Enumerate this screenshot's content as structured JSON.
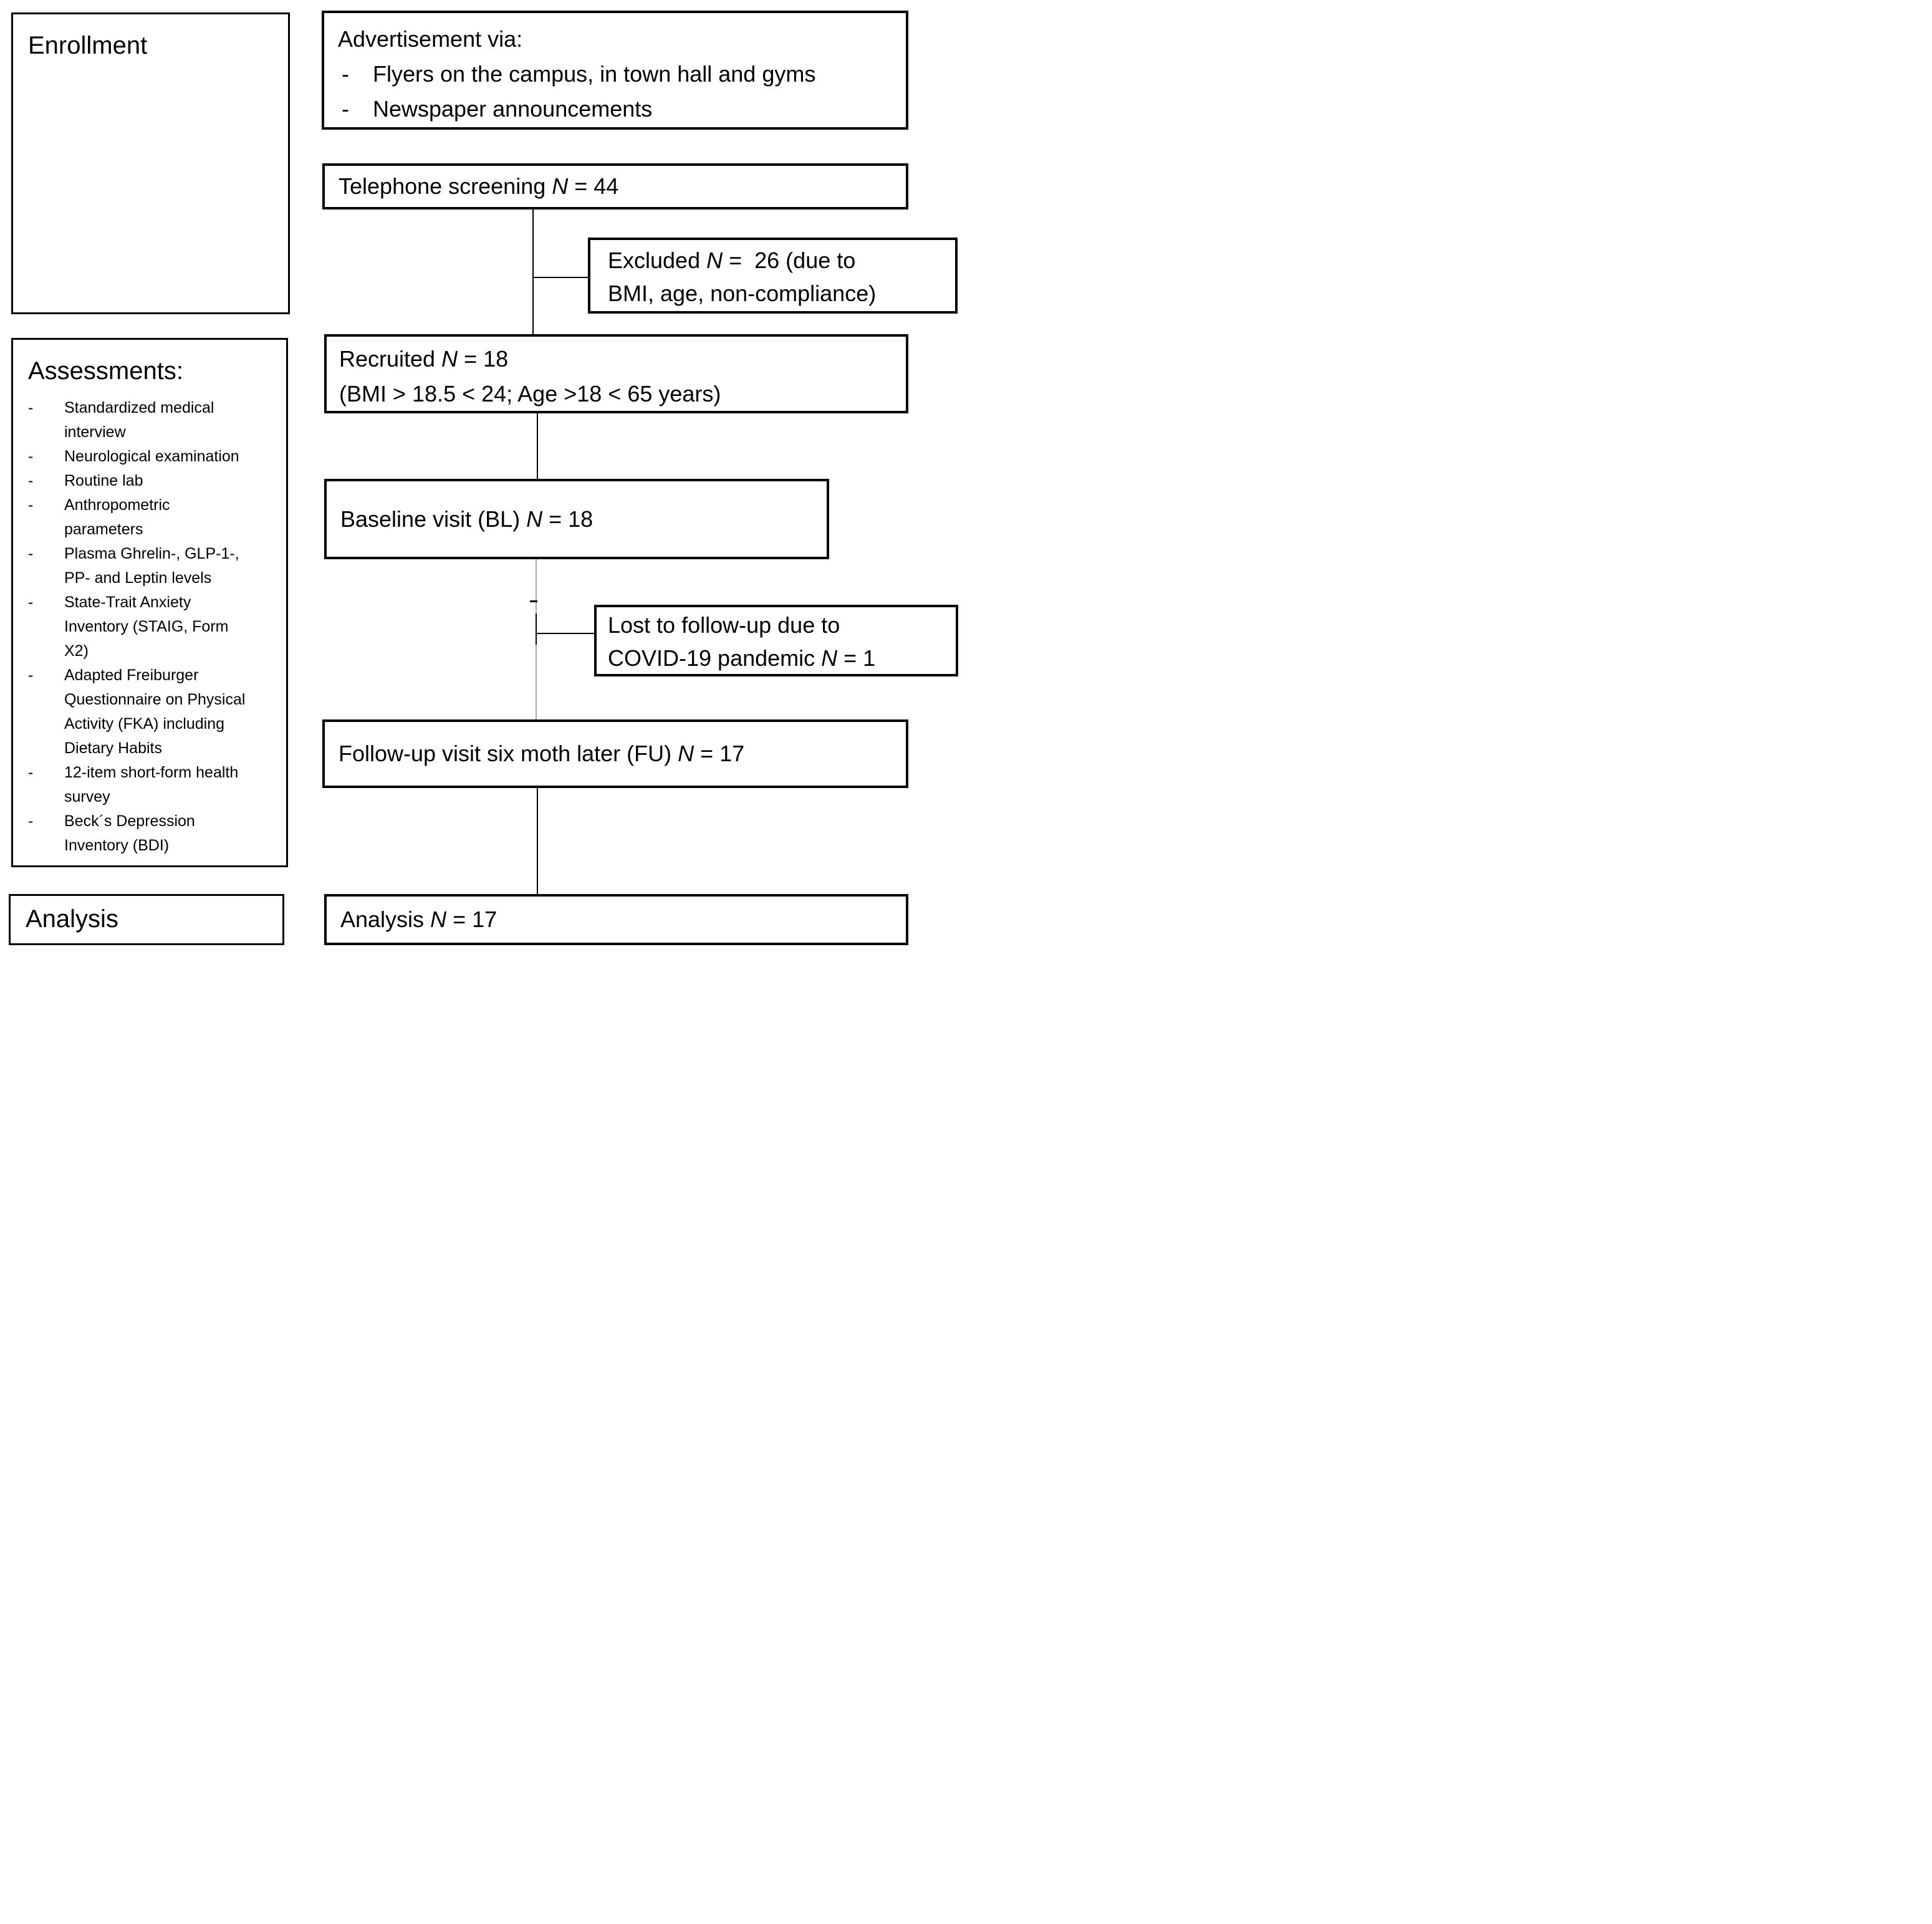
{
  "meta": {
    "background_color": "#ffffff",
    "box_border_color": "#000000",
    "text_color": "#000000",
    "gray_connector_color": "#a6a6a6"
  },
  "sidebar": {
    "enrollment_label": "Enrollment",
    "assessments": {
      "title": "Assessments:",
      "bullet_char": "-",
      "items": [
        {
          "lines": [
            "Standardized medical",
            "interview"
          ]
        },
        {
          "lines": [
            "Neurological examination"
          ]
        },
        {
          "lines": [
            "Routine lab"
          ]
        },
        {
          "lines": [
            "Anthropometric",
            "parameters"
          ]
        },
        {
          "lines": [
            "Plasma Ghrelin-, GLP-1-,",
            "PP- and Leptin levels"
          ]
        },
        {
          "lines": [
            "State-Trait Anxiety",
            "Inventory (STAIG, Form",
            "X2)"
          ]
        },
        {
          "lines": [
            "Adapted Freiburger",
            "Questionnaire on Physical",
            "Activity (FKA) including",
            "Dietary Habits"
          ]
        },
        {
          "lines": [
            "12-item short-form health",
            "survey"
          ]
        },
        {
          "lines": [
            "Beck´s Depression",
            "Inventory (BDI)"
          ]
        }
      ]
    },
    "analysis_label": "Analysis"
  },
  "flow": {
    "advertisement": {
      "title": "Advertisement via:",
      "bullet_char": "-",
      "bullets": [
        "Flyers on the campus, in town hall and gyms",
        "Newspaper announcements"
      ]
    },
    "telephone": {
      "text": "Telephone screening N = 44"
    },
    "excluded": {
      "lines": [
        "Excluded N =  26 (due to",
        "BMI, age, non-compliance)"
      ]
    },
    "recruited": {
      "lines": [
        "Recruited N = 18",
        "(BMI > 18.5 < 24; Age >18 < 65 years)"
      ]
    },
    "baseline": {
      "text": "Baseline visit (BL) N = 18"
    },
    "lost": {
      "lines": [
        "Lost to follow-up due to",
        "COVID-19 pandemic N = 1"
      ]
    },
    "followup": {
      "text": "Follow-up visit six moth later (FU) N = 17"
    },
    "analysis": {
      "text": "Analysis N = 17"
    }
  }
}
